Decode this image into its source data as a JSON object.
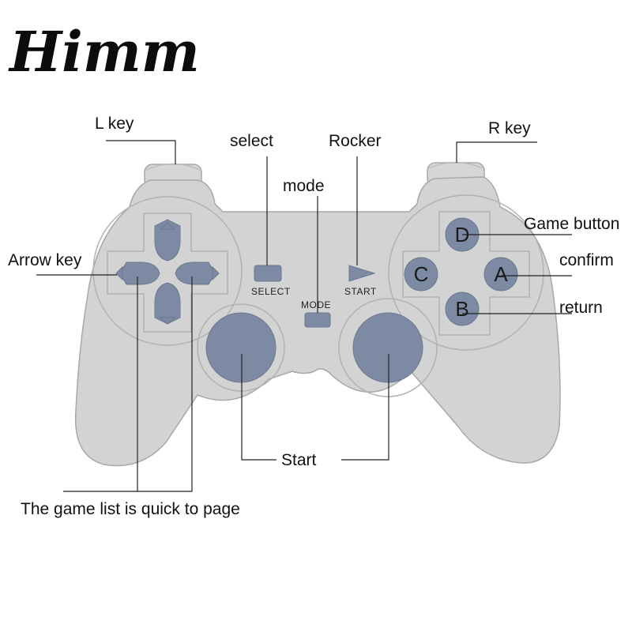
{
  "brand": {
    "logo_text": "Himm"
  },
  "controller": {
    "select_text": "SELECT",
    "start_text": "START",
    "mode_text": "MODE",
    "buttons": {
      "d": "D",
      "c": "C",
      "a": "A",
      "b": "B"
    }
  },
  "labels": {
    "l_key": "L key",
    "r_key": "R key",
    "select": "select",
    "rocker": "Rocker",
    "mode": "mode",
    "game_button": "Game button",
    "arrow_key": "Arrow key",
    "confirm": "confirm",
    "return": "return",
    "start": "Start",
    "page": "The game list is quick to page"
  },
  "colors": {
    "shell": "#d3d3d3",
    "button_blue": "#7c8aa3",
    "text": "#111111"
  }
}
